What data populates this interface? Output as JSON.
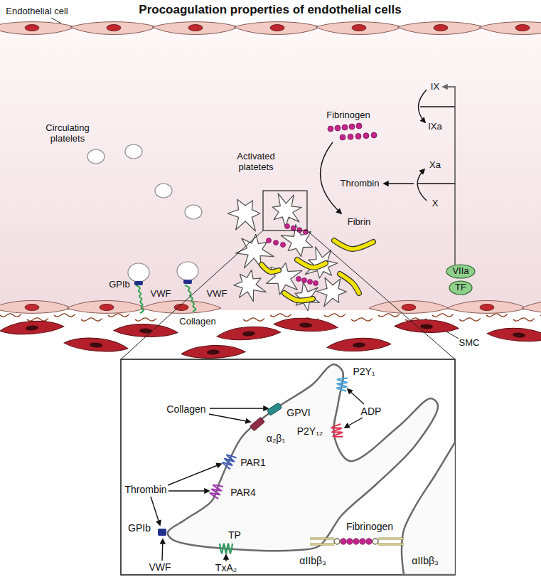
{
  "diagram": {
    "title": "Procoagulation properties of endothelial cells",
    "nodes": [
      {
        "text": [
          "VIIa"
        ]
      },
      {
        "text": [
          "TF"
        ]
      }
    ],
    "labels": [
      "Endothelial cell",
      "Circulating platelets",
      "Activated platetets",
      "Fibrinogen",
      "Thrombin",
      "Fibrin",
      "IX",
      "IXa",
      "Xa",
      "X",
      "GPIb",
      "VWF",
      "VWF",
      "Collagen",
      "SMC",
      "GPVI",
      "P2Y₁",
      "ADP",
      "P2Y₁₂",
      "Collagen",
      "α₂β₁",
      "PAR1",
      "Thrombin",
      "PAR4",
      "GPIb",
      "VWF",
      "TP",
      "TxA₂",
      "Fibrinogen",
      "αIIbβ₃",
      "αIIbβ₃"
    ]
  }
}
